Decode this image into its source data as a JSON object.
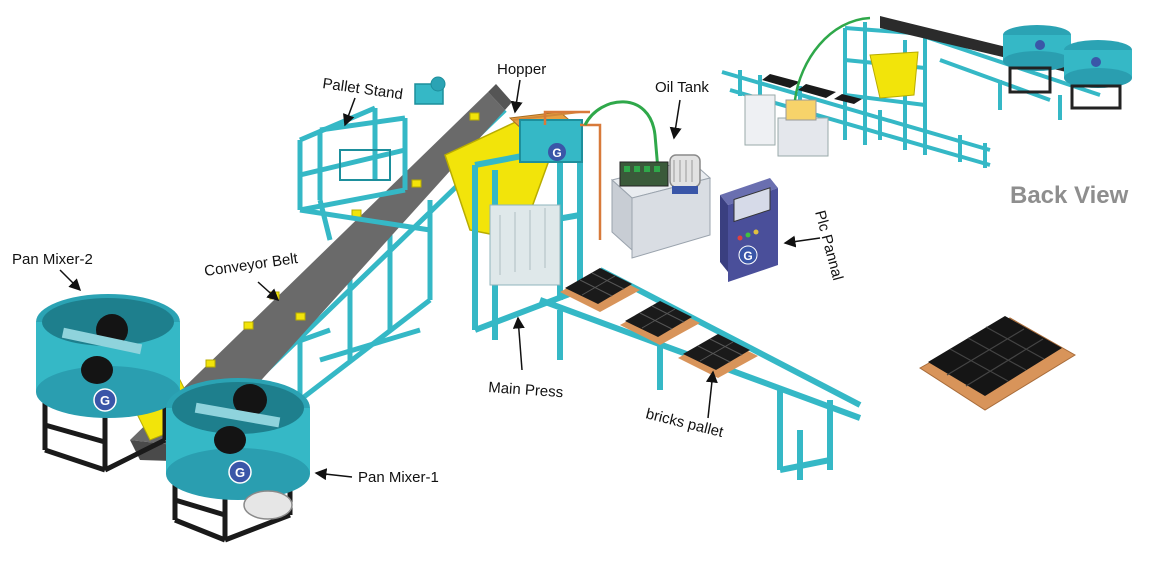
{
  "labels": {
    "pan_mixer_2": "Pan Mixer-2",
    "conveyor_belt": "Conveyor Belt",
    "pallet_stand": "Pallet Stand",
    "hopper": "Hopper",
    "oil_tank": "Oil Tank",
    "plc_pannal": "Plc Pannal",
    "main_press": "Main Press",
    "bricks_pallet": "bricks pallet",
    "pan_mixer_1": "Pan Mixer-1",
    "back_view": "Back View"
  },
  "logo_letter": "G",
  "colors": {
    "frame": "#35b8c6",
    "frame_dark": "#1d8f9c",
    "belt": "#6a6a6a",
    "belt_dark": "#4a4a4a",
    "hopper": "#f2e40a",
    "tank": "#d9dde3",
    "panel": "#4a4f9a",
    "brick": "#1a1a1a",
    "pallet": "#d8945a",
    "hose": "#2fa84a",
    "motor": "#e2e2e2",
    "label": "#111111",
    "back_view": "#8e8e8e"
  }
}
